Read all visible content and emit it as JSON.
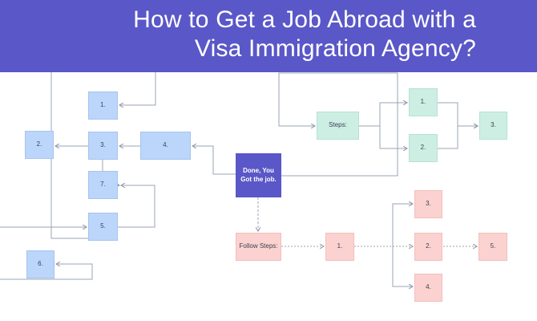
{
  "header": {
    "title_line1": "How to Get a Job Abroad with a",
    "title_line2": "Visa Immigration Agency?"
  },
  "nodes": {
    "b1": "1.",
    "b2": "2.",
    "b3": "3.",
    "b4": "4.",
    "b5": "5.",
    "b6": "6.",
    "b7": "7.",
    "done": "Done, You Got the job.",
    "steps": "Steps:",
    "g1": "1.",
    "g2": "2.",
    "g3": "3.",
    "follow": "Follow Steps:",
    "p1": "1.",
    "p2": "2.",
    "p3": "3.",
    "p4": "4.",
    "p5": "5."
  },
  "colors": {
    "banner": "#5a57c8",
    "blue": "#bcd6fb",
    "green": "#cdeee3",
    "pink": "#fbd2d0",
    "purple": "#5a57c8",
    "edge": "#8c96a8"
  }
}
